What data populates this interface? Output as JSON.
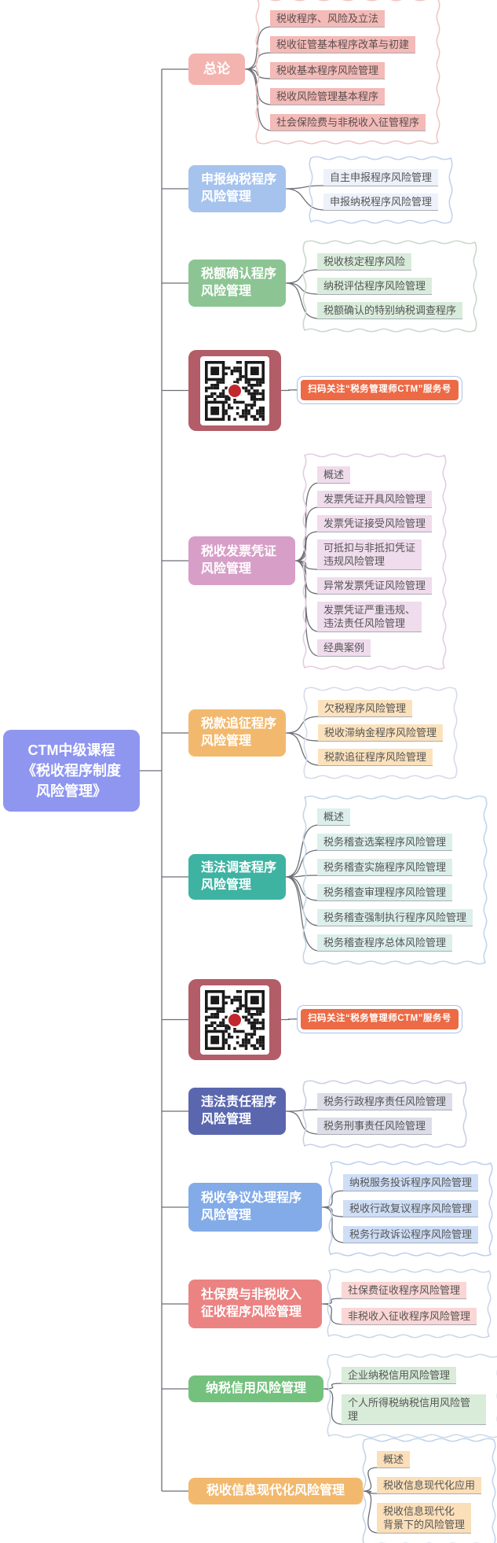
{
  "root": {
    "label": "CTM中级课程\n《税收程序制度\n风险管理》",
    "color": "#8e96f0",
    "text_color": "#ffffff"
  },
  "connector_color": "#6b6f76",
  "child_underline_color": "#a9adb5",
  "branches": [
    {
      "label": "总论",
      "color": "#f3b4b0",
      "text_color": "#ffffff",
      "child_fill": "#f3bab7",
      "child_text": "#5a4f4f",
      "wave": "#eec7c5",
      "children": [
        "税收程序、风险及立法",
        "税收征管基本程序改革与初建",
        "税收基本程序风险管理",
        "税收风险管理基本程序",
        "社会保险费与非税收入征管程序"
      ]
    },
    {
      "label": "申报纳税程序\n风险管理",
      "color": "#a6c3ee",
      "text_color": "#ffffff",
      "child_fill": "#ecf1fa",
      "child_text": "#555555",
      "wave": "#c3d3ee",
      "children": [
        "自主申报程序风险管理",
        "申报纳税程序风险管理"
      ]
    },
    {
      "label": "税额确认程序\n风险管理",
      "color": "#8cc593",
      "text_color": "#ffffff",
      "child_fill": "#d9ecdb",
      "child_text": "#555555",
      "wave": "#c9d8cb",
      "children": [
        "税收核定程序风险",
        "纳税评估程序风险管理",
        "税额确认的特别纳税调查程序"
      ]
    },
    {
      "type": "qr",
      "color": "#b25d67",
      "badge_text": "扫码关注“税务管理师CTM”服务号",
      "badge_color": "#ec6a45",
      "badge_border": "#a9c3ea"
    },
    {
      "label": "税收发票凭证\n风险管理",
      "color": "#d79fc7",
      "text_color": "#ffffff",
      "child_fill": "#efdcec",
      "child_text": "#555555",
      "wave": "#e3cde0",
      "children": [
        "概述",
        "发票凭证开具风险管理",
        "发票凭证接受风险管理",
        "可抵扣与非抵扣凭证\n违规风险管理",
        "异常发票凭证风险管理",
        "发票凭证严重违规、\n违法责任风险管理",
        "经典案例"
      ]
    },
    {
      "label": "税款追征程序\n风险管理",
      "color": "#f2b96e",
      "text_color": "#ffffff",
      "child_fill": "#fbe2bd",
      "child_text": "#555555",
      "wave": "#d6dbe9",
      "children": [
        "欠税程序风险管理",
        "税收滞纳金程序风险管理",
        "税款追征程序风险管理"
      ]
    },
    {
      "label": "违法调查程序\n风险管理",
      "color": "#3eb3a2",
      "text_color": "#ffffff",
      "child_fill": "#dcefeb",
      "child_text": "#555555",
      "wave": "#c2d6e8",
      "children": [
        "概述",
        "税务稽查选案程序风险管理",
        "税务稽查实施程序风险管理",
        "税务稽查审理程序风险管理",
        "税务稽查强制执行程序风险管理",
        "税务稽查程序总体风险管理"
      ]
    },
    {
      "type": "qr",
      "color": "#b25d67",
      "badge_text": "扫码关注“税务管理师CTM”服务号",
      "badge_color": "#ec6a45",
      "badge_border": "#a9c3ea"
    },
    {
      "label": "违法责任程序\n风险管理",
      "color": "#5a67ae",
      "text_color": "#ffffff",
      "child_fill": "#dcdde8",
      "child_text": "#555555",
      "wave": "#c9cfe4",
      "children": [
        "税务行政程序责任风险管理",
        "税务刑事责任风险管理"
      ]
    },
    {
      "label": "税收争议处理程序\n风险管理",
      "color": "#82abe8",
      "text_color": "#ffffff",
      "child_fill": "#cfdef7",
      "child_text": "#555555",
      "wave": "#bcd0f0",
      "children": [
        "纳税服务投诉程序风险管理",
        "税收行政复议程序风险管理",
        "税务行政诉讼程序风险管理"
      ]
    },
    {
      "label": "社保费与非税收入\n征收程序风险管理",
      "color": "#ec8383",
      "text_color": "#ffffff",
      "child_fill": "#fad6d4",
      "child_text": "#555555",
      "wave": "#ccd6ea",
      "children": [
        "社保费征收程序风险管理",
        "非税收入征收程序风险管理"
      ]
    },
    {
      "label": "纳税信用风险管理",
      "color": "#74c17e",
      "text_color": "#ffffff",
      "child_fill": "#d8ecd9",
      "child_text": "#555555",
      "wave": "#ccd9e6",
      "children": [
        "企业纳税信用风险管理",
        "个人所得税纳税信用风险管理"
      ]
    },
    {
      "label": "税收信息现代化风险管理",
      "color": "#f2b96e",
      "text_color": "#ffffff",
      "child_fill": "#fbdfb9",
      "child_text": "#555555",
      "wave": "#c2d4ea",
      "children": [
        "概述",
        "税收信息现代化应用",
        "税收信息现代化\n背景下的风险管理"
      ]
    }
  ]
}
